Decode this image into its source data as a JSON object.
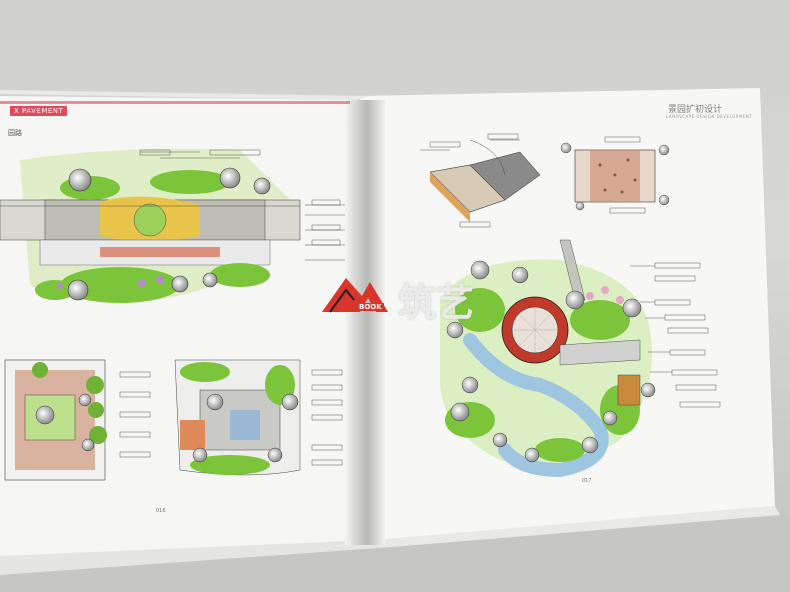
{
  "book": {
    "left_page": {
      "header_mark": "X PAVEMENT",
      "section_label": "园路",
      "page_number": "016"
    },
    "right_page": {
      "header_title": "景园扩初设计",
      "header_subtitle": "LANDSCAPE DESIGN DEVELOPMENT",
      "page_number": "017"
    }
  },
  "watermark": {
    "logo_text": "BOOK",
    "text": "筑艺"
  },
  "icons": [
    "book-logo-icon"
  ],
  "colors": {
    "accent": "#e1495c",
    "foliage": "#7cc43a",
    "paving_red": "#c0392b",
    "page": "#f7f7f5"
  }
}
